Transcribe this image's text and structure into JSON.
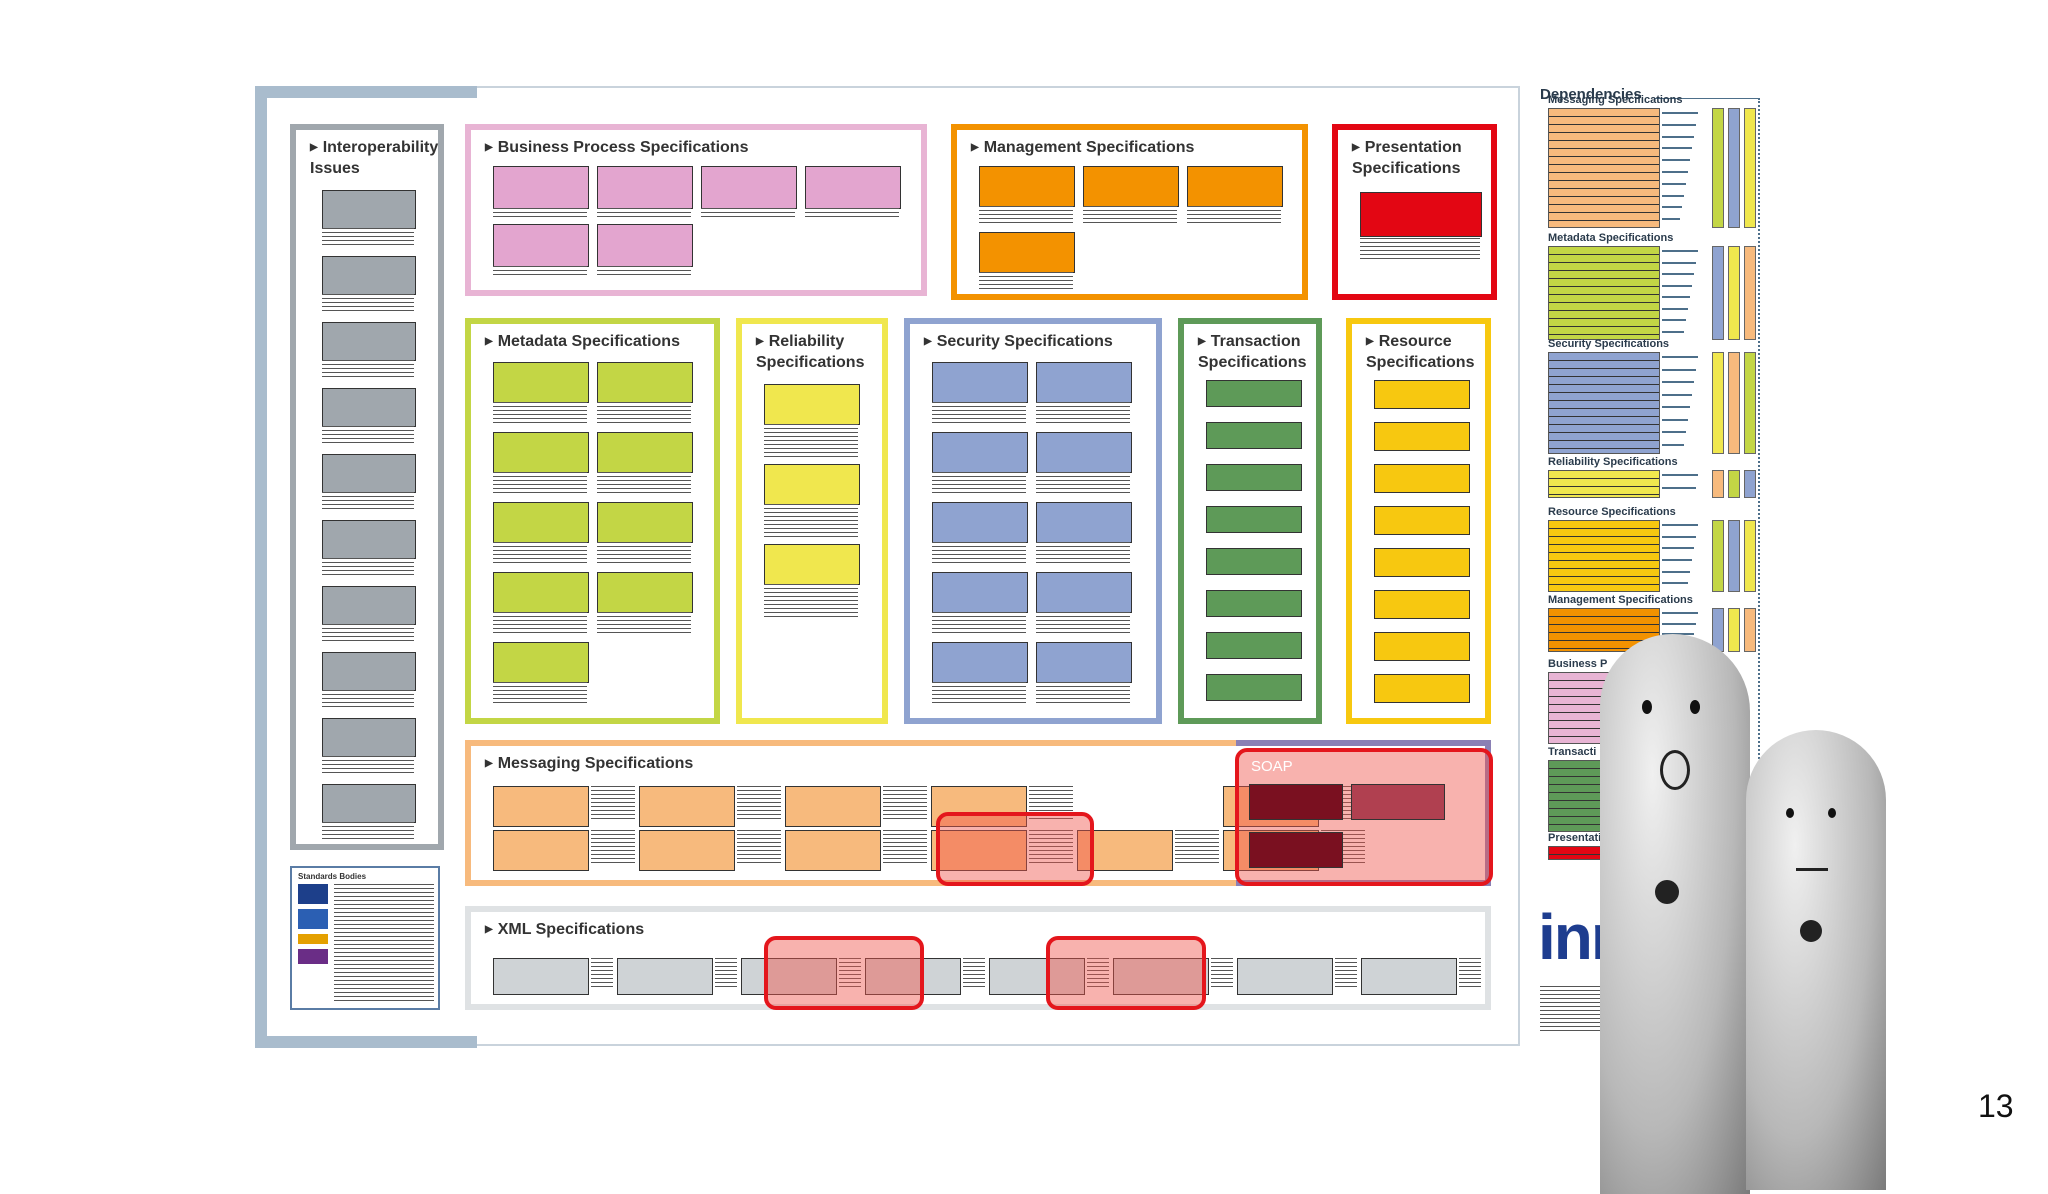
{
  "page_number": "13",
  "panels": {
    "interop": "Interoperability\nIssues",
    "business": "Business Process Specifications",
    "management": "Management Specifications",
    "presentation": "Presentation\nSpecifications",
    "metadata": "Metadata Specifications",
    "reliability": "Reliability\nSpecifications",
    "security": "Security Specifications",
    "transaction": "Transaction\nSpecifications",
    "resource": "Resource\nSpecifications",
    "messaging": "Messaging Specifications",
    "xml": "XML Specifications"
  },
  "highlights": {
    "soap": "SOAP"
  },
  "standards_bodies": "Standards Bodies",
  "dependencies": {
    "title": "Dependencies",
    "sections": [
      "Messaging Specifications",
      "Metadata Specifications",
      "Security Specifications",
      "Reliability Specifications",
      "Resource Specifications",
      "Management Specifications",
      "Business P",
      "Transacti",
      "Presentati"
    ]
  },
  "logo_partial": "inn",
  "colors": {
    "interop": "#a0a7ad",
    "business": "#e8b4d4",
    "management": "#f39200",
    "presentation": "#e30613",
    "metadata": "#c3d645",
    "reliability": "#f0e74e",
    "security": "#8fa3d0",
    "transaction": "#5e9a58",
    "resource": "#f7c810",
    "messaging": "#f7ba7d",
    "xml": "#cfd3d6",
    "highlight": "#e4161c"
  }
}
